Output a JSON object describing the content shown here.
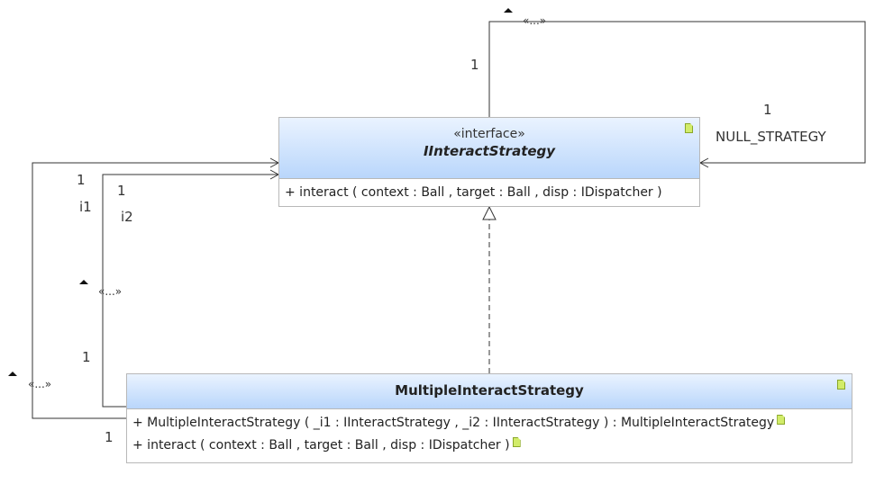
{
  "interface": {
    "stereotype": "«interface»",
    "name": "IInteractStrategy",
    "operations": [
      "+ interact ( context : Ball , target : Ball , disp : IDispatcher )"
    ]
  },
  "class": {
    "name": "MultipleInteractStrategy",
    "operations": [
      "+ MultipleInteractStrategy ( _i1 : IInteractStrategy , _i2 : IInteractStrategy ) :  MultipleInteractStrategy",
      "+ interact ( context : Ball , target : Ball , disp : IDispatcher )"
    ]
  },
  "associations": {
    "self": {
      "stereo": "«...»",
      "source_mult": "1",
      "target_mult": "1",
      "role": "NULL_STRATEGY"
    },
    "i1": {
      "stereo": "«...»",
      "source_mult": "1",
      "target_mult": "1",
      "role": "i1"
    },
    "i2": {
      "stereo": "«...»",
      "source_mult": "1",
      "target_mult": "1",
      "role": "i2"
    }
  },
  "colors": {
    "header_top": "#eaf3ff",
    "header_bottom": "#b9d6fb",
    "note_icon": "#d2ec6a",
    "line": "#333333"
  }
}
